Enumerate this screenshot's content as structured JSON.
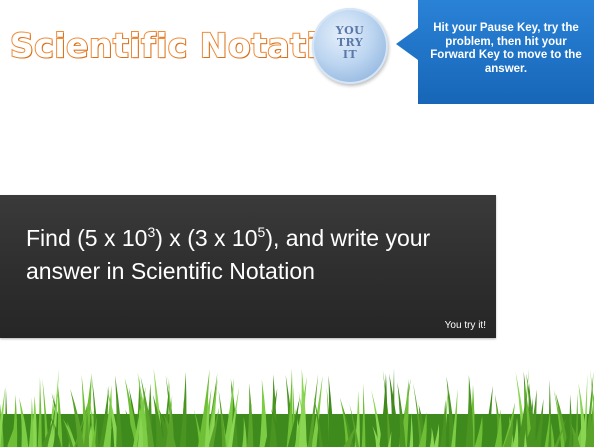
{
  "slide": {
    "title": "Scientific Notation",
    "badge_text": "YOU\nTRY\nIT",
    "callout_text": "Hit your Pause Key, try the problem, then hit your Forward Key to move to the answer.",
    "problem": {
      "part1": "Find (5 x 10",
      "exp1": "3",
      "part2": ") x (3 x 10",
      "exp2": "5",
      "part3": "), and write your answer in Scientific Notation"
    },
    "try_label": "You try it!"
  },
  "colors": {
    "title_outline": "#f08b38",
    "callout_blue": "#1f74c9",
    "problem_bg": "#2f2f2f",
    "grass_green": "#5aa32a"
  },
  "icons": {
    "badge": "you-try-it-badge-icon",
    "callout": "arrow-callout-icon",
    "grass": "grass-border-icon"
  }
}
